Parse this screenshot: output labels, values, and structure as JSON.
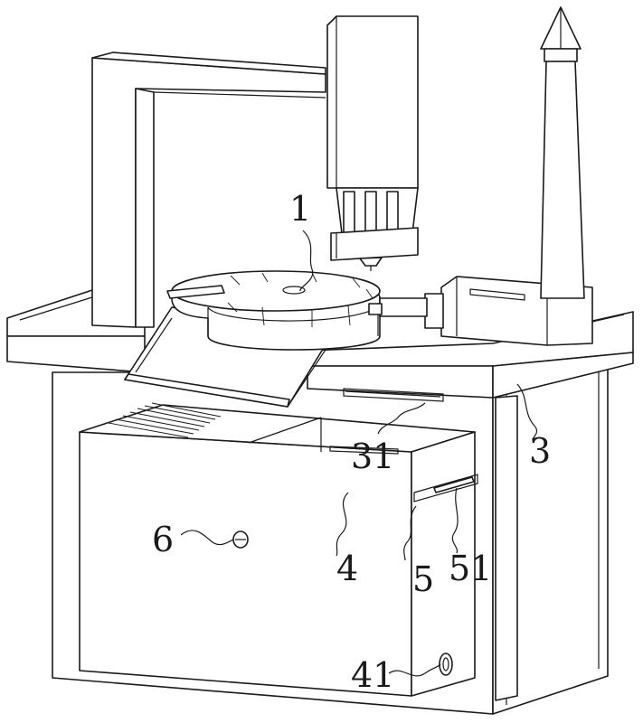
{
  "labels": {
    "l1": "1",
    "l3": "3",
    "l31": "31",
    "l4": "4",
    "l41": "41",
    "l5": "5",
    "l51": "51",
    "l6": "6"
  },
  "colors": {
    "line": "#1a1a1a",
    "background": "#ffffff"
  }
}
